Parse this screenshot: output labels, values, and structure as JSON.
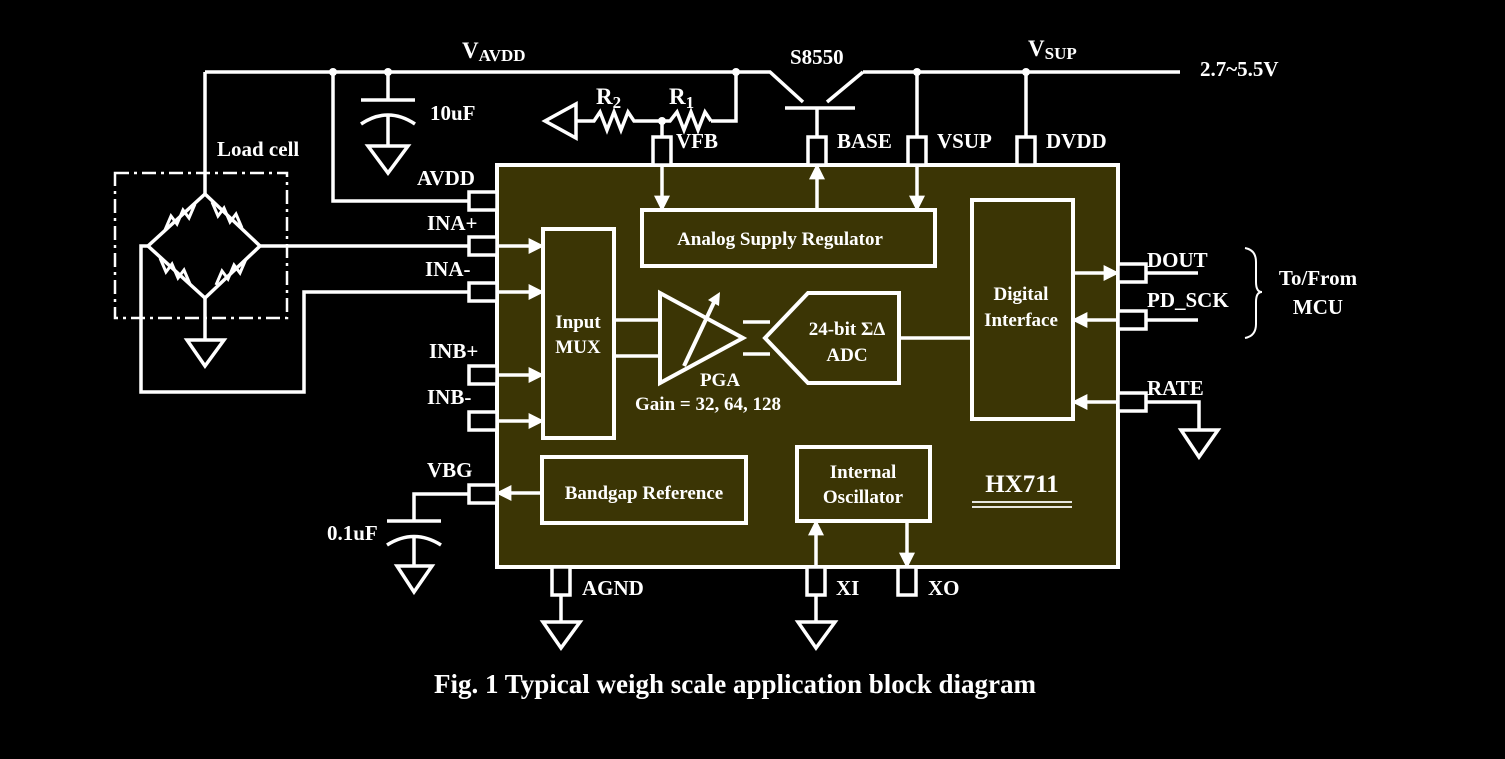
{
  "colors": {
    "background": "#000000",
    "chip_fill": "#3b3505",
    "stroke": "#ffffff",
    "text": "#ffffff"
  },
  "rails": {
    "vavdd": {
      "main": "V",
      "sub": "AVDD"
    },
    "vsup": {
      "main": "V",
      "sub": "SUP"
    },
    "supply_range": "2.7~5.5V",
    "transistor": "S8550"
  },
  "components": {
    "cap_avdd": "10uF",
    "cap_vbg": "0.1uF",
    "r1": {
      "main": "R",
      "sub": "1"
    },
    "r2": {
      "main": "R",
      "sub": "2"
    },
    "load_cell": "Load cell"
  },
  "pins": {
    "avdd": "AVDD",
    "ina_plus": "INA+",
    "ina_minus": "INA-",
    "inb_plus": "INB+",
    "inb_minus": "INB-",
    "vbg": "VBG",
    "vfb": "VFB",
    "base": "BASE",
    "vsup": "VSUP",
    "dvdd": "DVDD",
    "dout": "DOUT",
    "pd_sck": "PD_SCK",
    "rate": "RATE",
    "agnd": "AGND",
    "xi": "XI",
    "xo": "XO"
  },
  "blocks": {
    "regulator": "Analog Supply Regulator",
    "mux": [
      "Input",
      "MUX"
    ],
    "pga": "PGA",
    "pga_gain": "Gain = 32, 64, 128",
    "adc": [
      "24-bit ΣΔ",
      "ADC"
    ],
    "digital": [
      "Digital",
      "Interface"
    ],
    "bandgap": "Bandgap Reference",
    "oscillator": [
      "Internal",
      "Oscillator"
    ],
    "chip_name": "HX711"
  },
  "mcu_label": [
    "To/From",
    "MCU"
  ],
  "caption": "Fig. 1  Typical weigh scale application block diagram"
}
